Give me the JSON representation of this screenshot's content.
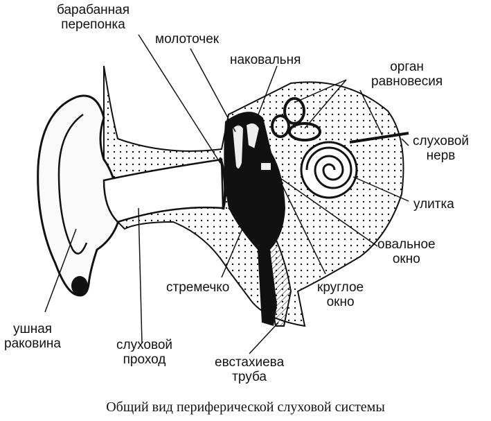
{
  "labels": {
    "eardrum": [
      "барабанная",
      "перепонка"
    ],
    "malleus": "молоточек",
    "incus": "наковальня",
    "balance_organ": [
      "орган",
      "равновесия"
    ],
    "auditory_nerve": [
      "слуховой",
      "нерв"
    ],
    "cochlea": "улитка",
    "oval_window": [
      "овальное",
      "окно"
    ],
    "round_window": [
      "круглое",
      "окно"
    ],
    "stapes": "стремечко",
    "eustachian_tube": [
      "евстахиева",
      "труба"
    ],
    "ear_canal": [
      "слуховой",
      "проход"
    ],
    "auricle": [
      "ушная",
      "раковина"
    ]
  },
  "caption": "Общий вид периферической слуховой системы",
  "colors": {
    "ink": "#111111",
    "bone_fill": "#f2f2f2",
    "background": "#ffffff"
  }
}
